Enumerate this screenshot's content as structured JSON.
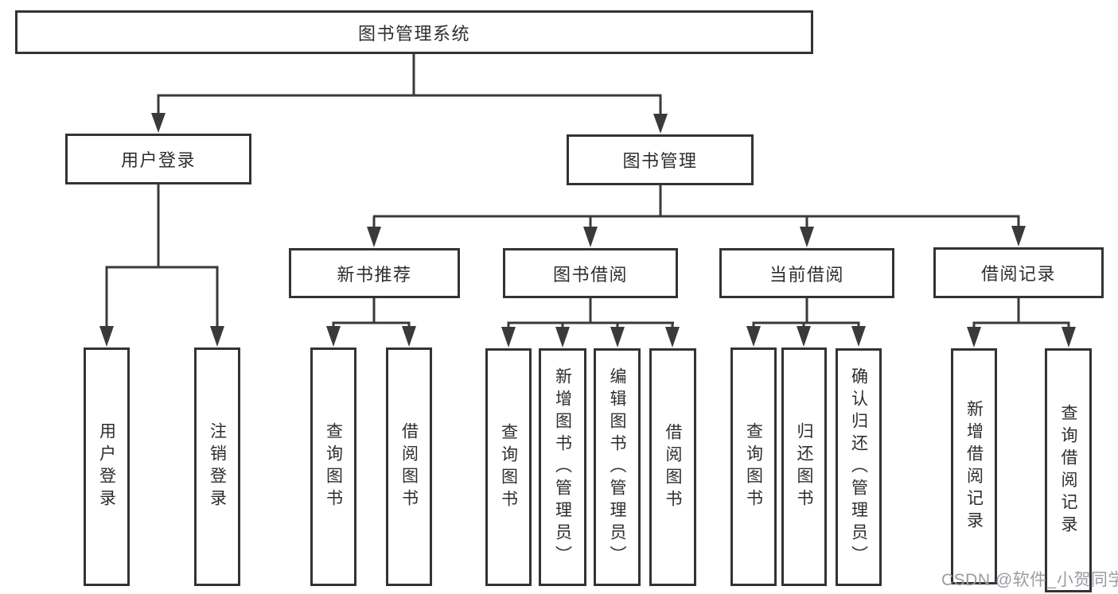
{
  "diagram": {
    "root": {
      "label": "图书管理系统"
    },
    "branches": [
      {
        "label": "用户登录",
        "children": [
          {
            "label": "用户登录"
          },
          {
            "label": "注销登录"
          }
        ]
      },
      {
        "label": "图书管理",
        "children": [
          {
            "label": "新书推荐",
            "children": [
              {
                "label": "查询图书"
              },
              {
                "label": "借阅图书"
              }
            ]
          },
          {
            "label": "图书借阅",
            "children": [
              {
                "label": "查询图书"
              },
              {
                "label": "新增图书（管理员）"
              },
              {
                "label": "编辑图书（管理员）"
              },
              {
                "label": "借阅图书"
              }
            ]
          },
          {
            "label": "当前借阅",
            "children": [
              {
                "label": "查询图书"
              },
              {
                "label": "归还图书"
              },
              {
                "label": "确认归还（管理员）"
              }
            ]
          },
          {
            "label": "借阅记录",
            "children": [
              {
                "label": "新增借阅记录"
              },
              {
                "label": "查询借阅记录"
              }
            ]
          }
        ]
      }
    ]
  },
  "watermark": {
    "text": "CSDN @软件_小贺同学",
    "color": "#9b9ba4"
  },
  "colors": {
    "line": "#3a3a3a",
    "box_border": "#333333",
    "box_background": "#ffffff",
    "text": "#2e2e2e",
    "page_background": "#ffffff"
  }
}
